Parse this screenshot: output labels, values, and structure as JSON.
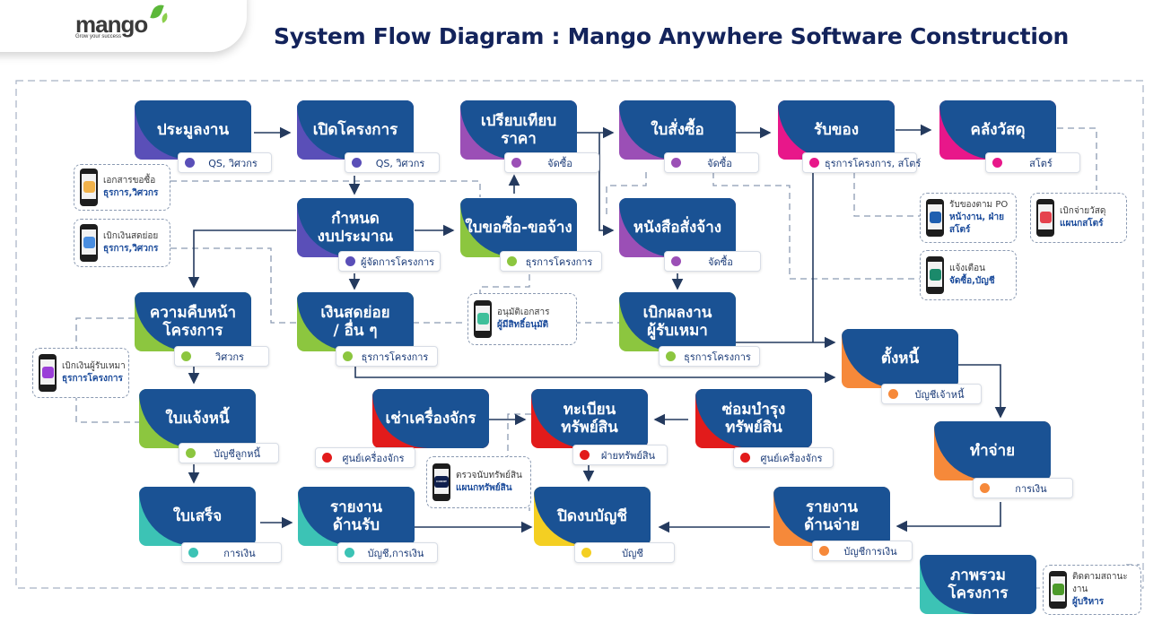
{
  "header": {
    "logo_word": "mango",
    "logo_tagline": "Grow your success",
    "title": "System Flow Diagram :  Mango Anywhere Software Construction"
  },
  "colors": {
    "node_blue": "#1a5294",
    "title_navy": "#13235b",
    "indigo": "#5a4fb8",
    "purple": "#9b4fb6",
    "green": "#8cc63f",
    "magenta": "#e8178a",
    "red": "#e21b1b",
    "teal": "#3cc3b5",
    "yellow": "#f4cf22",
    "orange": "#f6893a",
    "line": "#243a5e",
    "dashed": "#8b9ab2"
  },
  "nodes": [
    {
      "id": "tender",
      "label": "ประมูลงาน",
      "role": "QS, วิศวกร",
      "accent": "indigo"
    },
    {
      "id": "open-project",
      "label": "เปิดโครงการ",
      "role": "QS, วิศวกร",
      "accent": "indigo"
    },
    {
      "id": "price-compare",
      "label": "เปรียบเทียบ\nราคา",
      "role": "จัดซื้อ",
      "accent": "purple"
    },
    {
      "id": "purchase-order",
      "label": "ใบสั่งซื้อ",
      "role": "จัดซื้อ",
      "accent": "purple"
    },
    {
      "id": "receive-goods",
      "label": "รับของ",
      "role": "ธุรการโครงการ, สโตร์",
      "accent": "magenta"
    },
    {
      "id": "warehouse",
      "label": "คลังวัสดุ",
      "role": "สโตร์",
      "accent": "magenta"
    },
    {
      "id": "budget",
      "label": "กำหนด\nงบประมาณ",
      "role": "ผู้จัดการโครงการ",
      "accent": "indigo"
    },
    {
      "id": "purchase-request",
      "label": "ใบขอซื้อ-ขอจ้าง",
      "role": "ธุรการโครงการ",
      "accent": "green"
    },
    {
      "id": "work-order",
      "label": "หนังสือสั่งจ้าง",
      "role": "จัดซื้อ",
      "accent": "purple"
    },
    {
      "id": "progress",
      "label": "ความคืบหน้า\nโครงการ",
      "role": "วิศวกร",
      "accent": "green"
    },
    {
      "id": "petty-cash",
      "label": "เงินสดย่อย\n/ อื่น ๆ",
      "role": "ธุรการโครงการ",
      "accent": "green"
    },
    {
      "id": "contractor-claim",
      "label": "เบิกผลงาน\nผู้รับเหมา",
      "role": "ธุรการโครงการ",
      "accent": "green"
    },
    {
      "id": "set-payable",
      "label": "ตั้งหนี้",
      "role": "บัญชีเจ้าหนี้",
      "accent": "orange"
    },
    {
      "id": "invoice",
      "label": "ใบแจ้งหนี้",
      "role": "บัญชีลูกหนี้",
      "accent": "green"
    },
    {
      "id": "machine-rental",
      "label": "เช่าเครื่องจักร",
      "role": "ศูนย์เครื่องจักร",
      "accent": "red"
    },
    {
      "id": "asset-register",
      "label": "ทะเบียน\nทรัพย์สิน",
      "role": "ฝ่ายทรัพย์สิน",
      "accent": "red"
    },
    {
      "id": "asset-maintenance",
      "label": "ซ่อมบำรุง\nทรัพย์สิน",
      "role": "ศูนย์เครื่องจักร",
      "accent": "red"
    },
    {
      "id": "payment",
      "label": "ทำจ่าย",
      "role": "การเงิน",
      "accent": "orange"
    },
    {
      "id": "receipt",
      "label": "ใบเสร็จ",
      "role": "การเงิน",
      "accent": "teal"
    },
    {
      "id": "receipt-report",
      "label": "รายงาน\nด้านรับ",
      "role": "บัญชี,การเงิน",
      "accent": "teal"
    },
    {
      "id": "close-books",
      "label": "ปิดงบบัญชี",
      "role": "บัญชี",
      "accent": "yellow"
    },
    {
      "id": "payment-report",
      "label": "รายงาน\nด้านจ่าย",
      "role": "บัญชีการเงิน",
      "accent": "orange"
    },
    {
      "id": "project-overview",
      "label": "ภาพรวม\nโครงการ",
      "role": "",
      "accent": "teal"
    }
  ],
  "mobile_apps": [
    {
      "id": "purchase-doc",
      "title": "เอกสารขอซื้อ",
      "users": "ธุรการ,วิศวกร",
      "icon": "document-icon",
      "icon_color": "#f1b24a"
    },
    {
      "id": "petty-cash-withdraw",
      "title": "เบิกเงินสดย่อย",
      "users": "ธุรการ,วิศวกร",
      "icon": "file-icon",
      "icon_color": "#4a8ee0"
    },
    {
      "id": "approve-docs",
      "title": "อนุมัติเอกสาร",
      "users": "ผู้มีสิทธิ์อนุมัติ",
      "icon": "approve-icon",
      "icon_color": "#3fbf9a"
    },
    {
      "id": "contractor-pay",
      "title": "เบิกเงินผู้รับเหมา",
      "users": "ธุรการโครงการ",
      "icon": "receipt-icon",
      "icon_color": "#9b3fd8"
    },
    {
      "id": "receive-by-po",
      "title": "รับของตาม PO",
      "users": "หน้างาน, ฝ่ายสโตร์",
      "icon": "receive-icon",
      "icon_color": "#1f5fb0"
    },
    {
      "id": "notify",
      "title": "แจ้งเตือน",
      "users": "จัดซื้อ,บัญชี",
      "icon": "notify-icon",
      "icon_color": "#1b8a6b"
    },
    {
      "id": "issue-material",
      "title": "เบิกจ่ายวัสดุ",
      "users": "แผนกสโตร์",
      "icon": "box-icon",
      "icon_color": "#e5424d"
    },
    {
      "id": "asset-count",
      "title": "ตรวจนับทรัพย์สิน",
      "users": "แผนกทรัพย์สิน",
      "icon": "count-icon",
      "icon_color": "#0f1f4d",
      "icon_text": "COUNT"
    },
    {
      "id": "status-track",
      "title": "ติดตามสถานะงาน",
      "users": "ผู้บริหาร",
      "icon": "chart-icon",
      "icon_color": "#4c9a2a"
    }
  ]
}
